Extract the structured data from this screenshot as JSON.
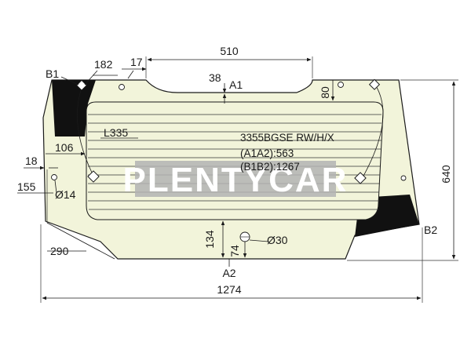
{
  "part_code": "3355BGSE RW/H/X",
  "diagonal_a": "(A1A2):563",
  "diagonal_b": "(B1B2):1267",
  "watermark": "PLENTYCAR",
  "points": {
    "a1": "A1",
    "a2": "A2",
    "b1": "B1",
    "b2": "B2"
  },
  "dimensions": {
    "top_width": "510",
    "overall_width": "1274",
    "height": "640",
    "d182": "182",
    "d17": "17",
    "d38": "38",
    "d80": "80",
    "l335": "L335",
    "d106": "106",
    "d18": "18",
    "d155": "155",
    "hole14": "Ø14",
    "d290": "290",
    "d134": "134",
    "d74": "74",
    "hole30": "Ø30"
  },
  "colors": {
    "glass_tint": "#f2f4da",
    "ceramic_band": "#111111",
    "watermark_bg": "#b3b3b3"
  }
}
